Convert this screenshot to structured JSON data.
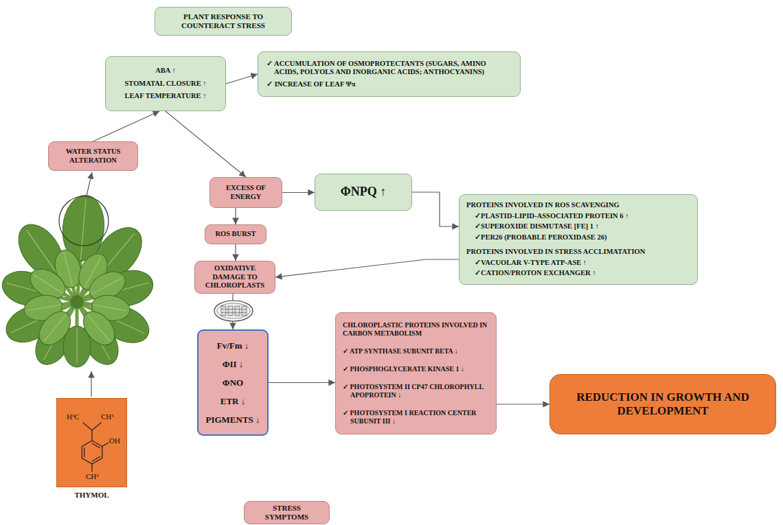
{
  "diagram": {
    "nodes": [
      {
        "text": [
          "ABA ↑",
          "STOMATAL CLOSURE ↑",
          "LEAF TEMPERATURE ↑"
        ]
      },
      {
        "text": [
          "✓ ACCUMULATION OF OSMOPROTECTANTS (SUGARS, AMINO ACIDS, POLYOLS AND INORGANIC ACIDS; ANTHOCYANINS)",
          "✓ INCREASE OF LEAF Ψπ"
        ]
      },
      {
        "text": [
          "WATER STATUS ALTERATION"
        ]
      },
      {
        "text": [
          "EXCESS OF ENERGY"
        ]
      },
      {
        "text": [
          "ΦNPQ ↑"
        ]
      },
      {
        "text": [
          "ROS BURST"
        ]
      },
      {
        "text": [
          "PROTEINS INVOLVED IN ROS SCAVENGING",
          "✓PLASTID-LIPID-ASSOCIATED PROTEIN 6 ↑",
          "✓SUPEROXIDE DISMUTASE [FE] 1 ↑",
          "✓PER26 (PROBABLE PEROXIDASE 26)",
          "PROTEINS INVOLVED IN STRESS ACCLIMATATION",
          "✓VACUOLAR V-TYPE ATP-ASE ↑",
          "✓CATION/PROTON EXCHANGER ↑"
        ]
      },
      {
        "text": [
          "OXIDATIVE DAMAGE TO CHLOROPLASTS"
        ]
      },
      {
        "text": [
          "Fv/Fm ↓",
          "ΦII ↓",
          "ΦNO",
          "ETR ↓",
          "PIGMENTS ↓"
        ]
      },
      {
        "text": [
          "CHLOROPLASTIC PROTEINS INVOLVED IN CARBON METABOLISM",
          "✓ ATP SYNTHASE SUBUNIT BETA ↓",
          "✓ PHOSPHOGLYCERATE KINASE 1 ↓",
          "✓ PHOTOSYSTEM II CP47 CHLOROPHYLL APOPROTEIN ↓",
          "✓ PHOTOSYSTEM I REACTION CENTER SUBUNIT III ↓"
        ]
      },
      {
        "text": [
          "REDUCTION IN GROWTH AND DEVELOPMENT"
        ]
      },
      {
        "text": [
          "H³C",
          "CH³",
          "OH",
          "CH³",
          "THYMOL"
        ]
      }
    ],
    "edges": [
      {
        "from": 2,
        "to": 0,
        "arrow": "to"
      },
      {
        "from": 0,
        "to": 1,
        "arrow": "to"
      },
      {
        "from": 0,
        "to": 3,
        "arrow": "to"
      },
      {
        "from": 3,
        "to": 4,
        "arrow": "to"
      },
      {
        "from": 3,
        "to": 5,
        "arrow": "to"
      },
      {
        "from": 5,
        "to": 7,
        "arrow": "to"
      },
      {
        "from": 4,
        "to": 6,
        "arrow": "to"
      },
      {
        "from": 6,
        "to": 7,
        "arrow": "to"
      },
      {
        "from": 7,
        "to": 8,
        "arrow": "to"
      },
      {
        "from": 8,
        "to": 9,
        "arrow": "to"
      },
      {
        "from": 9,
        "to": 10,
        "arrow": "to"
      }
    ],
    "legend": [
      {
        "text": "PLANT RESPONSE TO COUNTERACT STRESS",
        "color": "#d5e8cf"
      },
      {
        "text": "STRESS SYMPTOMS",
        "color": "#e8adad"
      }
    ]
  }
}
